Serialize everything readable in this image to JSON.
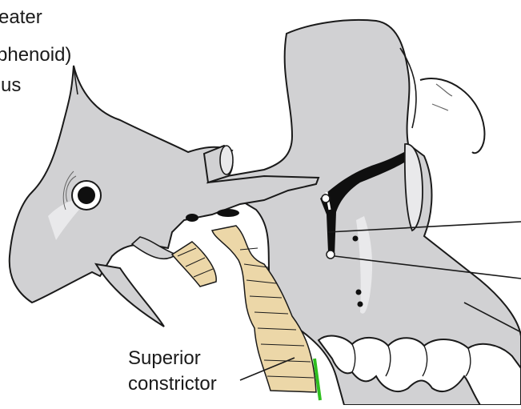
{
  "labels": {
    "top_partial_1": "eater",
    "top_partial_2": "phenoid)",
    "top_partial_3": "us",
    "bottom_line_1": "Superior",
    "bottom_line_2": "constrictor"
  },
  "colors": {
    "bone": "#d1d1d3",
    "muscle": "#ecd7a8",
    "outline": "#1a1a1a",
    "highlight": "#e9e9eb",
    "nerve": "#0f0f0f",
    "accent_green": "#2fbf1f"
  }
}
